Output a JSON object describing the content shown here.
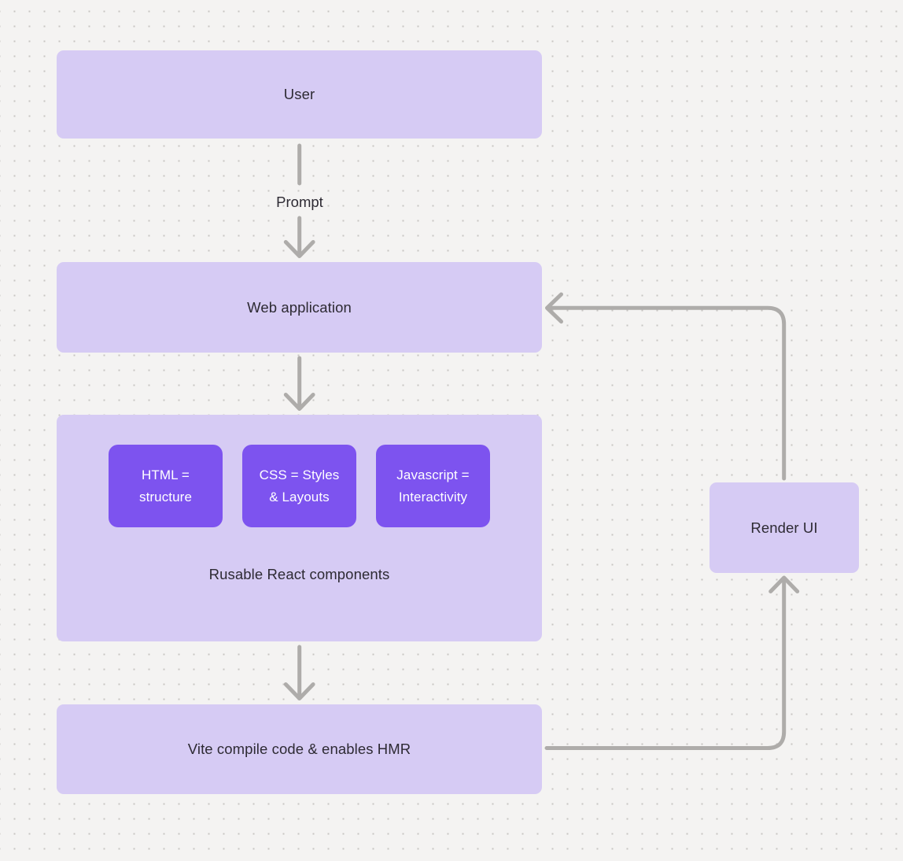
{
  "canvas": {
    "background_color": "#f4f3f2",
    "dot_color": "#c7c5c3",
    "node_fill_color": "#d6cbf4",
    "accent_fill_color": "#7d53ef",
    "connector_color": "#aeacaa",
    "text_color": "#2d2a33"
  },
  "nodes": {
    "user": {
      "label": "User"
    },
    "web_application": {
      "label": "Web application"
    },
    "components": {
      "caption": "Rusable React components",
      "cards": [
        {
          "line1": "HTML =",
          "line2": "structure"
        },
        {
          "line1": "CSS = Styles",
          "line2": "& Layouts"
        },
        {
          "line1": "Javascript =",
          "line2": "Interactivity"
        }
      ]
    },
    "vite": {
      "label": "Vite compile code & enables HMR"
    },
    "render_ui": {
      "label": "Render UI"
    }
  },
  "edges": {
    "user_to_web_label": "Prompt"
  }
}
